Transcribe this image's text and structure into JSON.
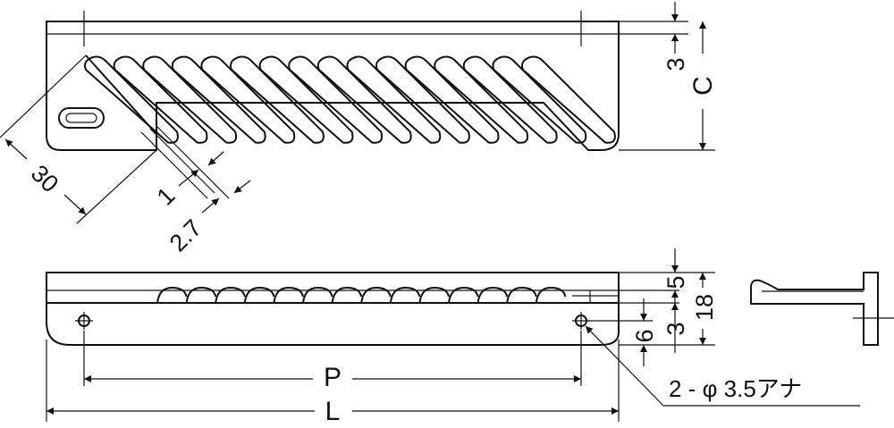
{
  "labels": {
    "dim_3_top": "3",
    "dim_C": "C",
    "dim_30": "30",
    "dim_1": "1",
    "dim_2_7": "2.7",
    "dim_5": "5",
    "dim_18": "18",
    "dim_3_side": "3",
    "dim_6": "6",
    "dim_P": "P",
    "dim_L": "L",
    "hole_note": "2 - φ 3.5アナ"
  },
  "drawing": {
    "slot_count": 16,
    "hole_count": 2,
    "line_color": "#111111",
    "background": "#ffffff"
  }
}
